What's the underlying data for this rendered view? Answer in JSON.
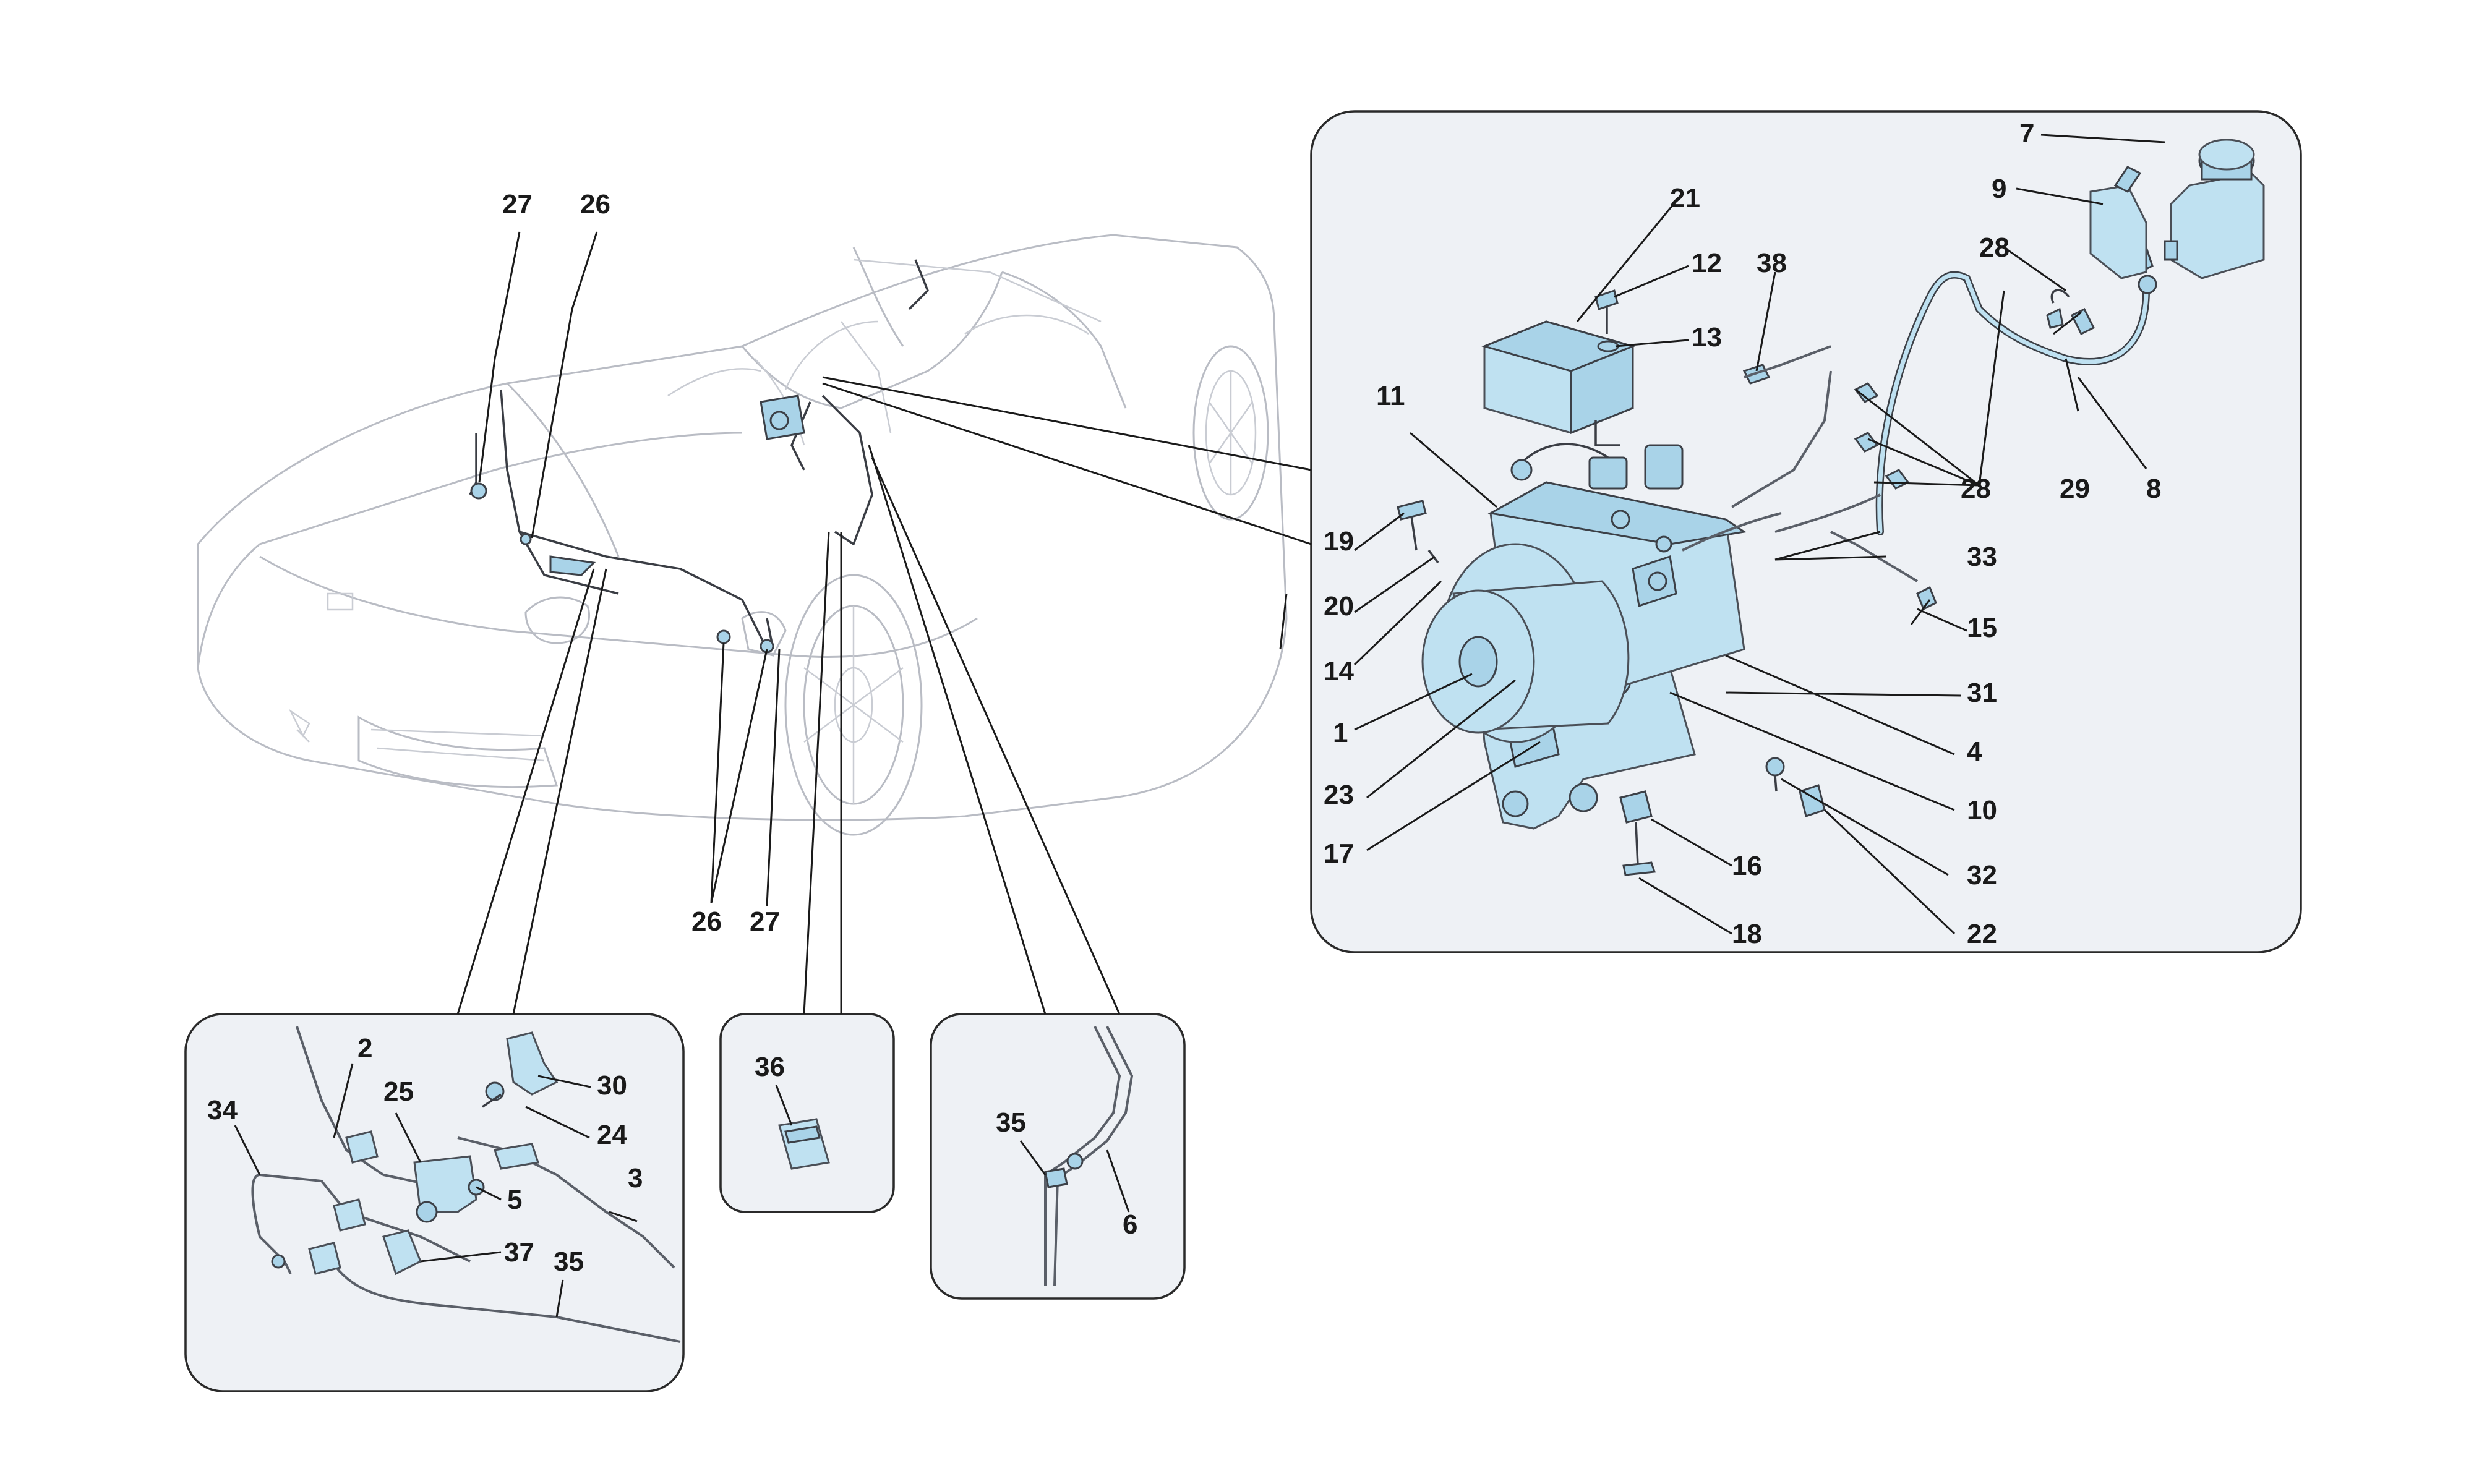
{
  "callouts": {
    "c1": "1",
    "c2": "2",
    "c3": "3",
    "c4": "4",
    "c5": "5",
    "c6": "6",
    "c7": "7",
    "c8": "8",
    "c9": "9",
    "c10": "10",
    "c11": "11",
    "c12": "12",
    "c13": "13",
    "c14": "14",
    "c15": "15",
    "c16": "16",
    "c17": "17",
    "c18": "18",
    "c19": "19",
    "c20": "20",
    "c21": "21",
    "c22": "22",
    "c23": "23",
    "c24": "24",
    "c25": "25",
    "c26": "26",
    "c27": "27",
    "c28": "28",
    "c29": "29",
    "c30": "30",
    "c31": "31",
    "c32": "32",
    "c33": "33",
    "c34": "34",
    "c35": "35",
    "c36": "36",
    "c37": "37",
    "c38": "38"
  },
  "colors": {
    "part_fill": "#bfe1f1",
    "frame_bg": "#eef1f5",
    "outline": "#b9bcc4",
    "label": "#1a1a1a"
  }
}
